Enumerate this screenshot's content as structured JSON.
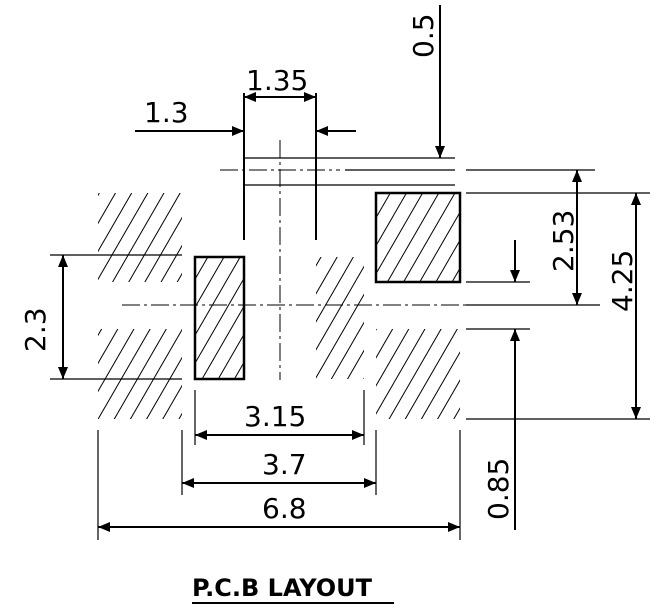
{
  "title": "P.C.B LAYOUT",
  "dimensions": {
    "pin_width": "1.35",
    "pin_gap": "1.3",
    "top_offset": "0.5",
    "pad_height_right": "2.53",
    "overall_height": "4.25",
    "pin_pitch_vertical": "2.3",
    "inner_span": "3.15",
    "middle_span": "3.7",
    "overall_width": "6.8",
    "bottom_gap": "0.85"
  }
}
